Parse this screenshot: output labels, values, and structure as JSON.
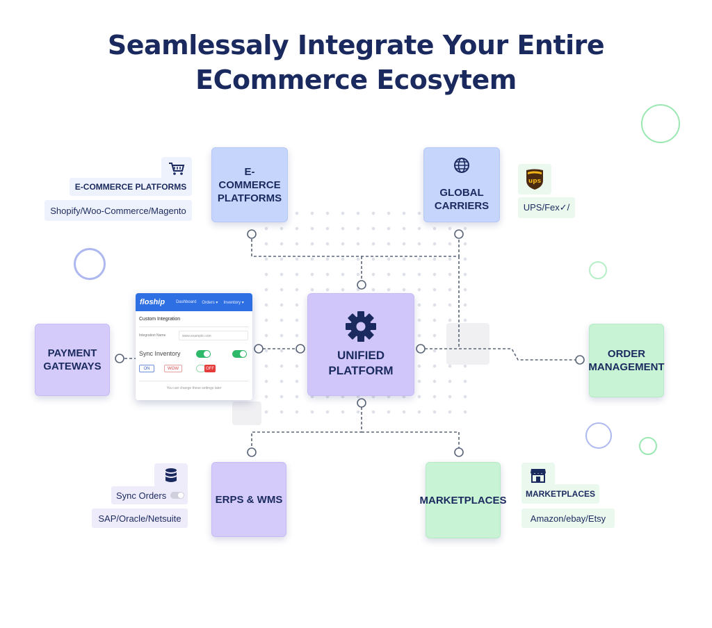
{
  "title": {
    "line1": "Seamlessaly Integrate Your Entire",
    "line2": "ECommerce Ecosytem"
  },
  "nodes": {
    "ecommerce": {
      "line1": "E-COMMERCE",
      "line2": "PLATFORMS",
      "color": "#c5d5fb"
    },
    "carriers": {
      "line1": "GLOBAL",
      "line2": "CARRIERS",
      "color": "#c5d5fb"
    },
    "payment": {
      "line1": "PAYMENT",
      "line2": "GATEWAYS",
      "color": "#d4cbfa"
    },
    "unified": {
      "line1": "UNIFIED",
      "line2": "PLATFORM",
      "color": "#d4cbfa"
    },
    "order": {
      "line1": "ORDER",
      "line2": "MANAGEMENT",
      "color": "#c9f3d5"
    },
    "erps": {
      "label": "ERPS & WMS",
      "color": "#d4cbfa"
    },
    "marketplaces": {
      "label": "MARKETPLACES",
      "color": "#c9f3d5"
    }
  },
  "callouts": {
    "ecommerce_tag": "E-COMMERCE PLATFORMS",
    "ecommerce_list": "Shopify/Woo-Commerce/Magento",
    "carrier_logo": "ups",
    "carrier_list": "UPS/Fex✓/",
    "erp_sync": "Sync Orders",
    "erp_list": "SAP/Oracle/Netsuite",
    "market_tag": "MARKETPLACES",
    "market_list": "Amazon/ebay/Etsy"
  },
  "panel": {
    "logo": "floship",
    "nav": [
      "Dashboard",
      "Orders ▾",
      "Inventory ▾"
    ],
    "section": "Custom Integration",
    "field_label": "Integration Name",
    "field_value": "www.example.com",
    "sync_label": "Sync Inventory",
    "btn_on": "ON",
    "btn_wow": "WOW",
    "btn_off": "OFF",
    "footer": "You can change these settings later"
  },
  "icons": {
    "cart": "shopping-cart-icon",
    "globe": "globe-icon",
    "gear": "gear-icon",
    "database": "database-icon",
    "store": "storefront-icon"
  },
  "colors": {
    "title": "#1b2a5e",
    "accent_blue": "#2f6fe4",
    "toggle_green": "#2eb86a",
    "off_red": "#e53b3b"
  }
}
